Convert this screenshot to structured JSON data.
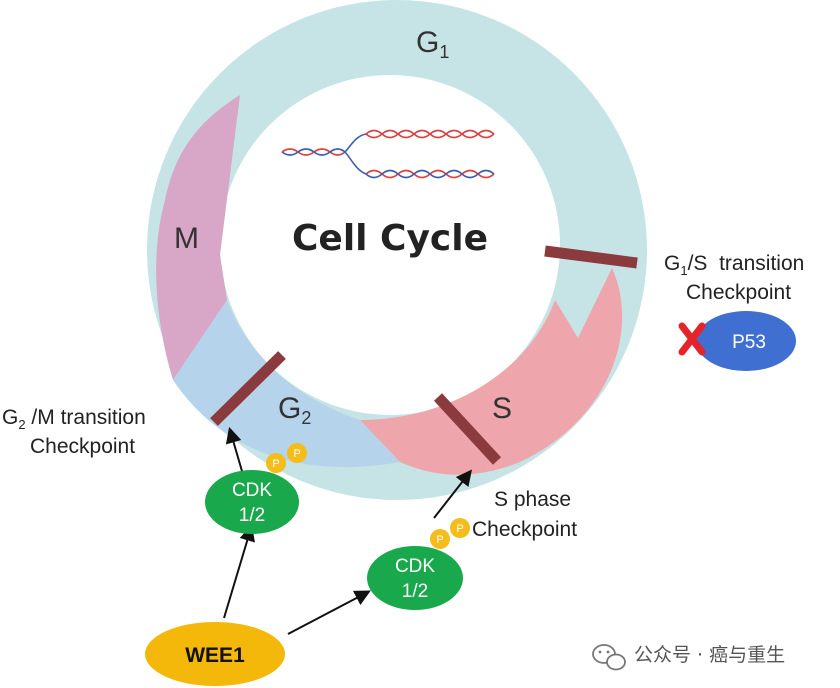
{
  "diagram": {
    "title": "Cell Cycle",
    "phases": {
      "g1": "G",
      "g1_sub": "1",
      "s": "S",
      "g2": "G",
      "g2_sub": "2",
      "m": "M"
    },
    "checkpoints": {
      "g1s_line1_pre": "G",
      "g1s_line1_sub": "1",
      "g1s_line1_post": "/S  transition",
      "g1s_line2": "Checkpoint",
      "g2m_line1_pre": "G",
      "g2m_line1_sub": "2",
      "g2m_line1_post": " /M transition",
      "g2m_line2": "Checkpoint",
      "s_line1": "S phase",
      "s_line2": "Checkpoint"
    },
    "nodes": {
      "p53": "P53",
      "cdk_upper_line1": "CDK",
      "cdk_upper_line2": "1/2",
      "cdk_lower_line1": "CDK",
      "cdk_lower_line2": "1/2",
      "wee1": "WEE1",
      "phospho": "P"
    },
    "colors": {
      "g1": "#c6e4e5",
      "s": "#eea5ab",
      "g2": "#b5d4ec",
      "m": "#d8a6c6",
      "checkpoint_bar": "#8b3b3d",
      "cdk": "#1aa84c",
      "wee1": "#f3b809",
      "p53": "#3f6fd0",
      "phospho": "#f4bd1c",
      "inhibit": "#e4242a",
      "dna_red": "#d8423f",
      "dna_blue": "#3a5fb0"
    }
  },
  "watermark": {
    "text": "公众号 · 癌与重生"
  }
}
